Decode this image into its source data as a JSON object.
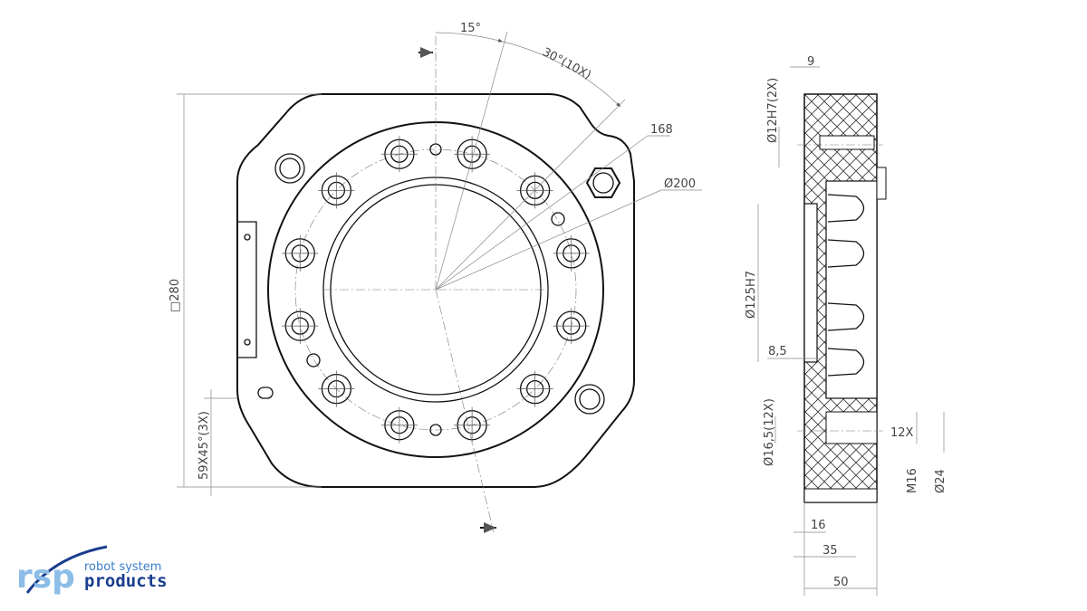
{
  "drawing": {
    "front_view": {
      "angle_start": "15°",
      "angle_pitch": "30°(10X)",
      "pitch_diameter": "168",
      "outer_diameter": "Ø200",
      "square_size": "□280",
      "chamfer": "59X45°(3X)"
    },
    "side_view": {
      "dim_9": "9",
      "pin_hole": "Ø12H7(2X)",
      "bore": "Ø125H7",
      "dim_8_5": "8,5",
      "bolt_hole": "Ø16,5(12X)",
      "count": "12X",
      "thread": "M16",
      "counterbore": "Ø24",
      "dim_16": "16",
      "dim_35": "35",
      "dim_50": "50"
    }
  },
  "logo": {
    "mark": "rsp",
    "line1": "robot system",
    "line2": "products",
    "colors": {
      "light": "#8cbde6",
      "mid": "#3a7cc7",
      "dark": "#1a3d8f"
    }
  }
}
